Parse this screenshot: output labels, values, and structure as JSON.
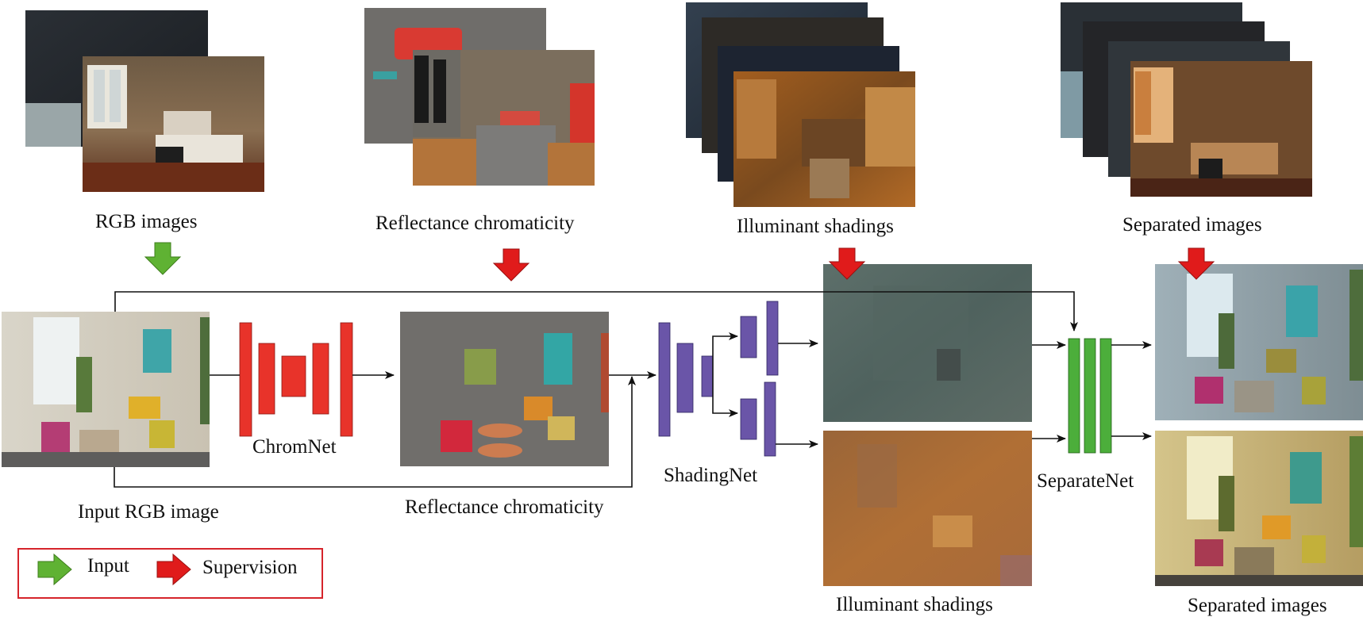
{
  "top_labels": {
    "rgb_images": "RGB images",
    "reflectance": "Reflectance chromaticity",
    "illuminant": "Illuminant shadings",
    "separated": "Separated images"
  },
  "bottom_labels": {
    "input_rgb": "Input RGB image",
    "reflectance": "Reflectance chromaticity",
    "illuminant": "Illuminant shadings",
    "separated": "Separated images"
  },
  "networks": {
    "chrom": "ChromNet",
    "shading": "ShadingNet",
    "separate": "SeparateNet"
  },
  "legend": {
    "input": "Input",
    "supervision": "Supervision"
  },
  "colors": {
    "chromnet": "#e8332a",
    "shadingnet": "#6a55a8",
    "separatenet": "#4cae3b",
    "input_arrow": "#5fb233",
    "supervision_arrow": "#e01b1b"
  }
}
